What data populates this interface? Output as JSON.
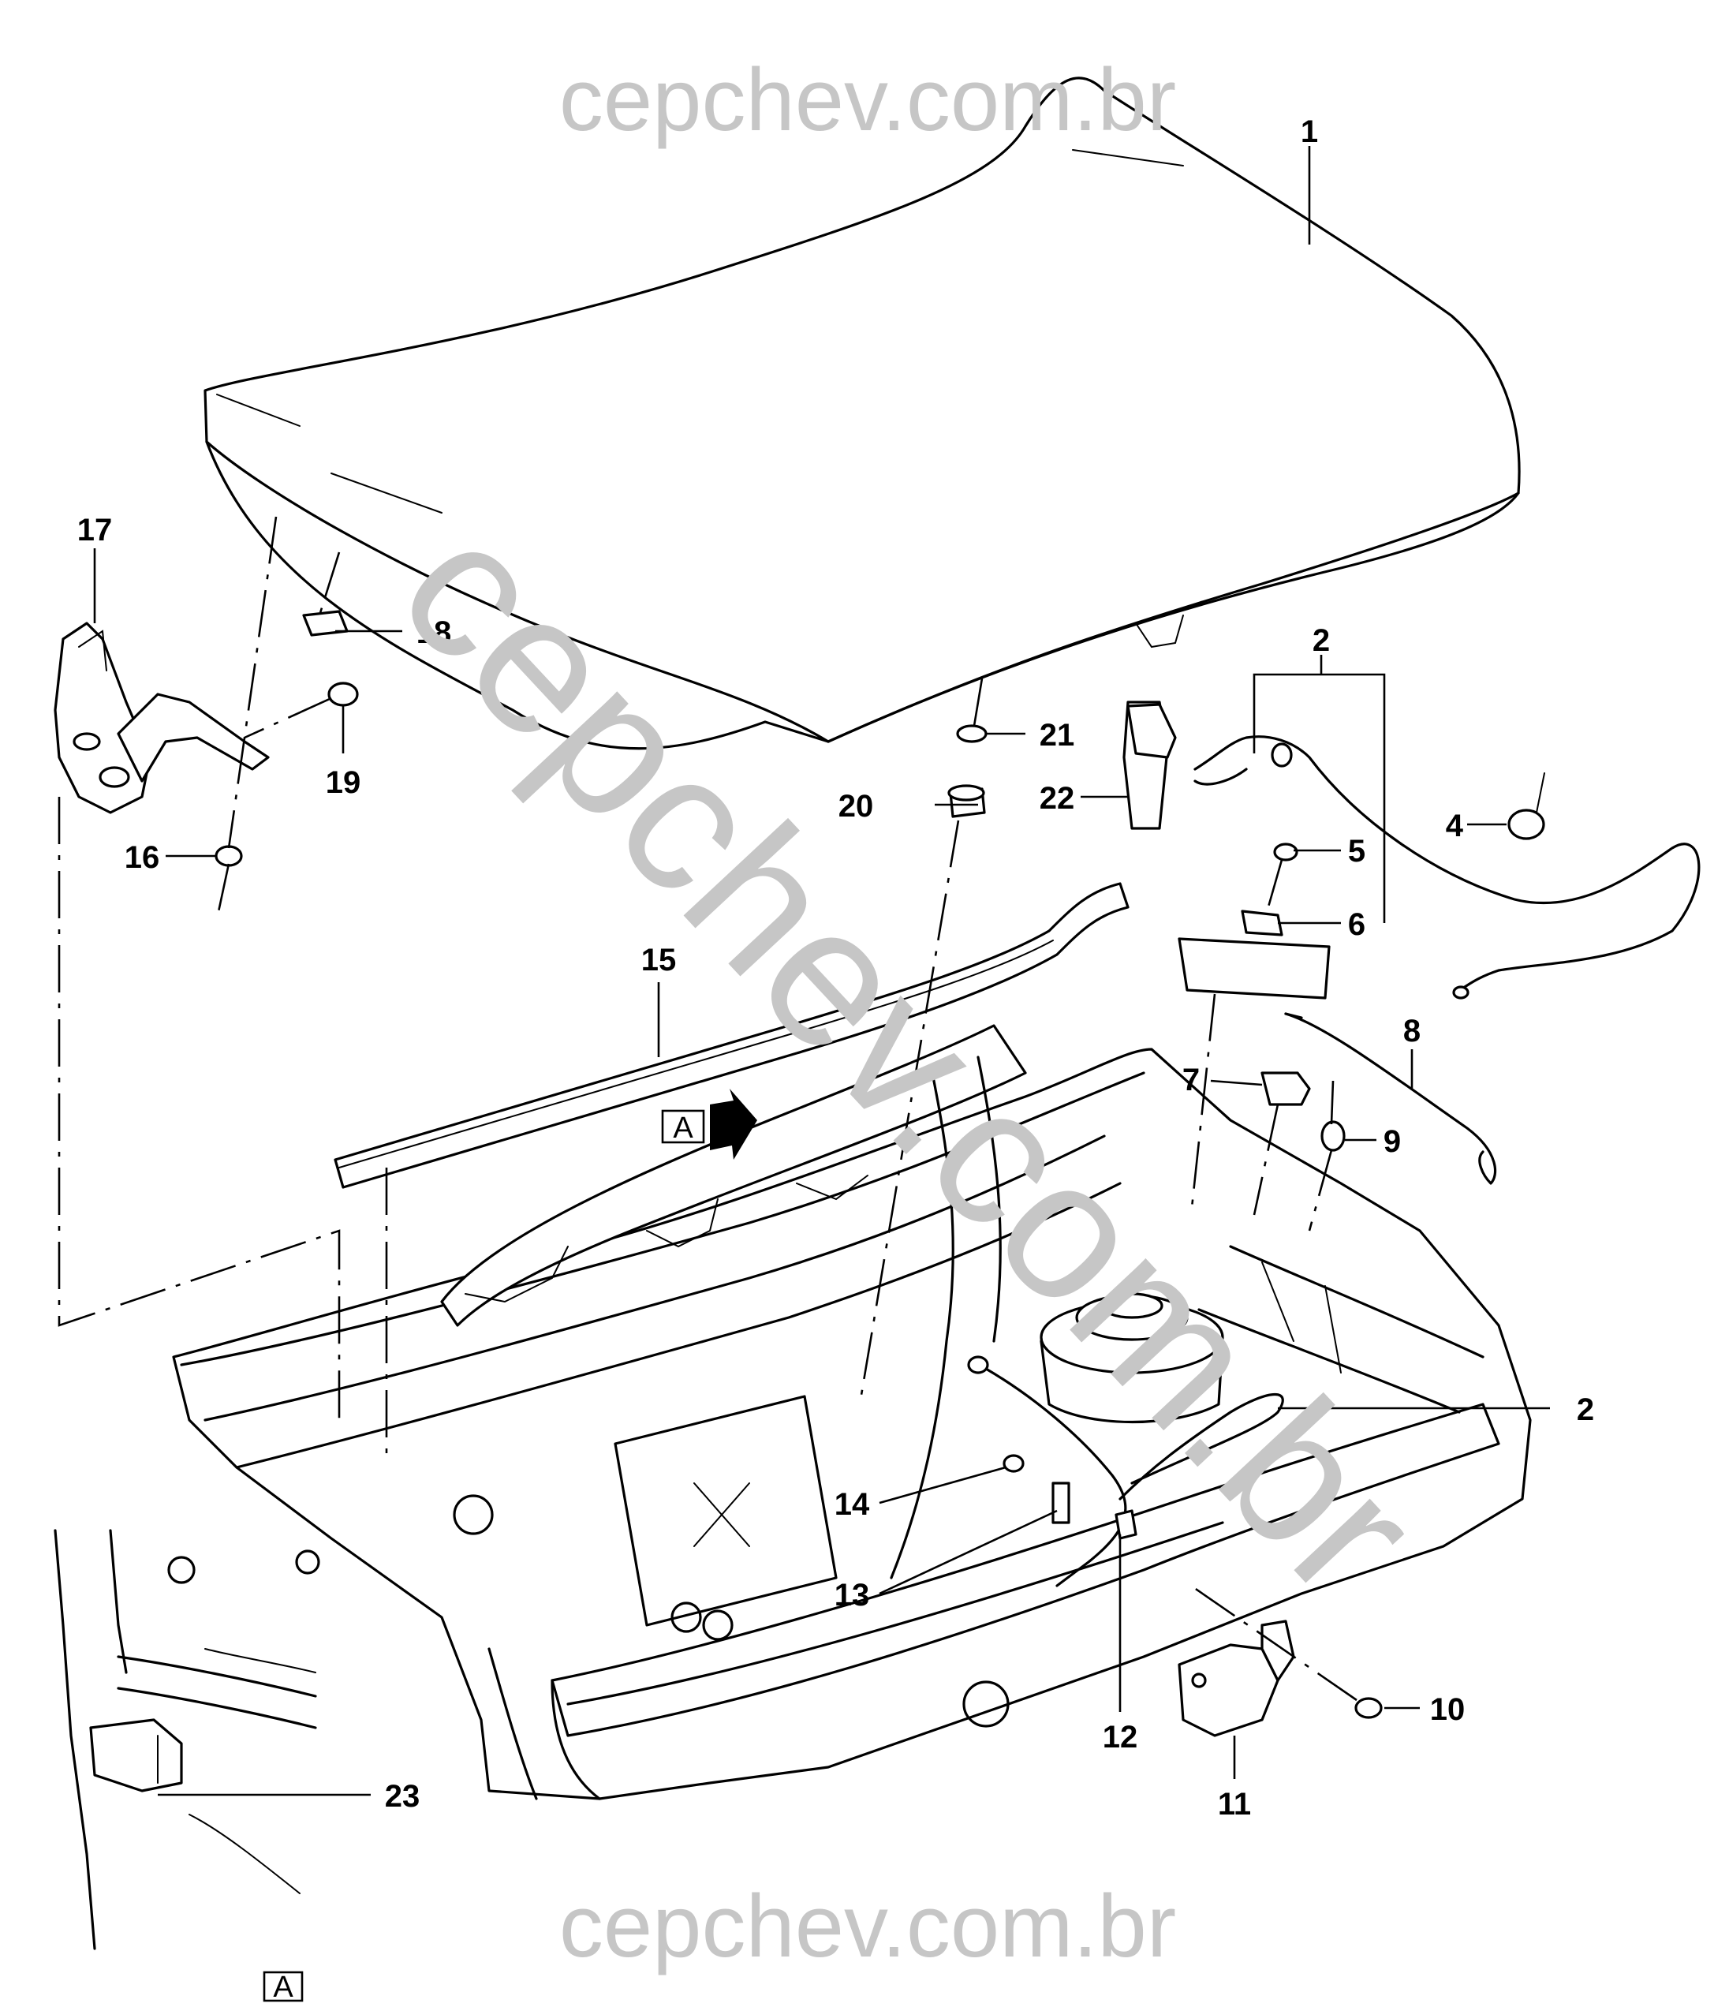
{
  "watermark": {
    "top": "cepchev.com.br",
    "diagonal": "cepchev.com.br",
    "bottom": "cepchev.com.br"
  },
  "callouts": {
    "c1": "1",
    "c2a": "2",
    "c2b": "2",
    "c4": "4",
    "c5": "5",
    "c6": "6",
    "c7": "7",
    "c8": "8",
    "c9": "9",
    "c10": "10",
    "c11": "11",
    "c12": "12",
    "c13": "13",
    "c14": "14",
    "c15": "15",
    "c16": "16",
    "c17": "17",
    "c18": "18",
    "c19": "19",
    "c20": "20",
    "c21": "21",
    "c22": "22",
    "c23": "23"
  },
  "view_marker": {
    "arrow_label": "A",
    "inset_label": "A"
  }
}
